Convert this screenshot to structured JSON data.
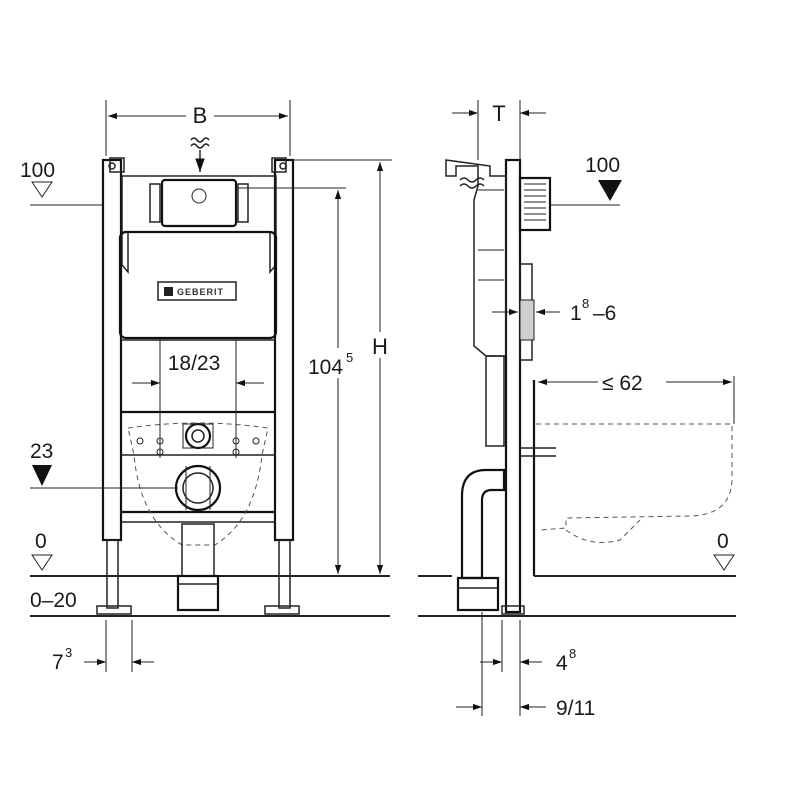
{
  "labels": {
    "width": "B",
    "depth": "T",
    "height": "H",
    "height_value_main": "104",
    "height_value_sup": "5",
    "button_left": "100",
    "button_right": "100",
    "connection_spacing": "18/23",
    "drain_height": "23",
    "floor_left": "0",
    "floor_right": "0",
    "floor_range": "0–20",
    "foot_main": "7",
    "foot_sup": "3",
    "wall_range_main": "1",
    "wall_range_sup": "8",
    "wall_range_rest": "–6",
    "bowl_depth": "≤ 62",
    "offset_main": "4",
    "offset_sup": "8",
    "pipe_range": "9/11",
    "brand": "GEBERIT"
  }
}
